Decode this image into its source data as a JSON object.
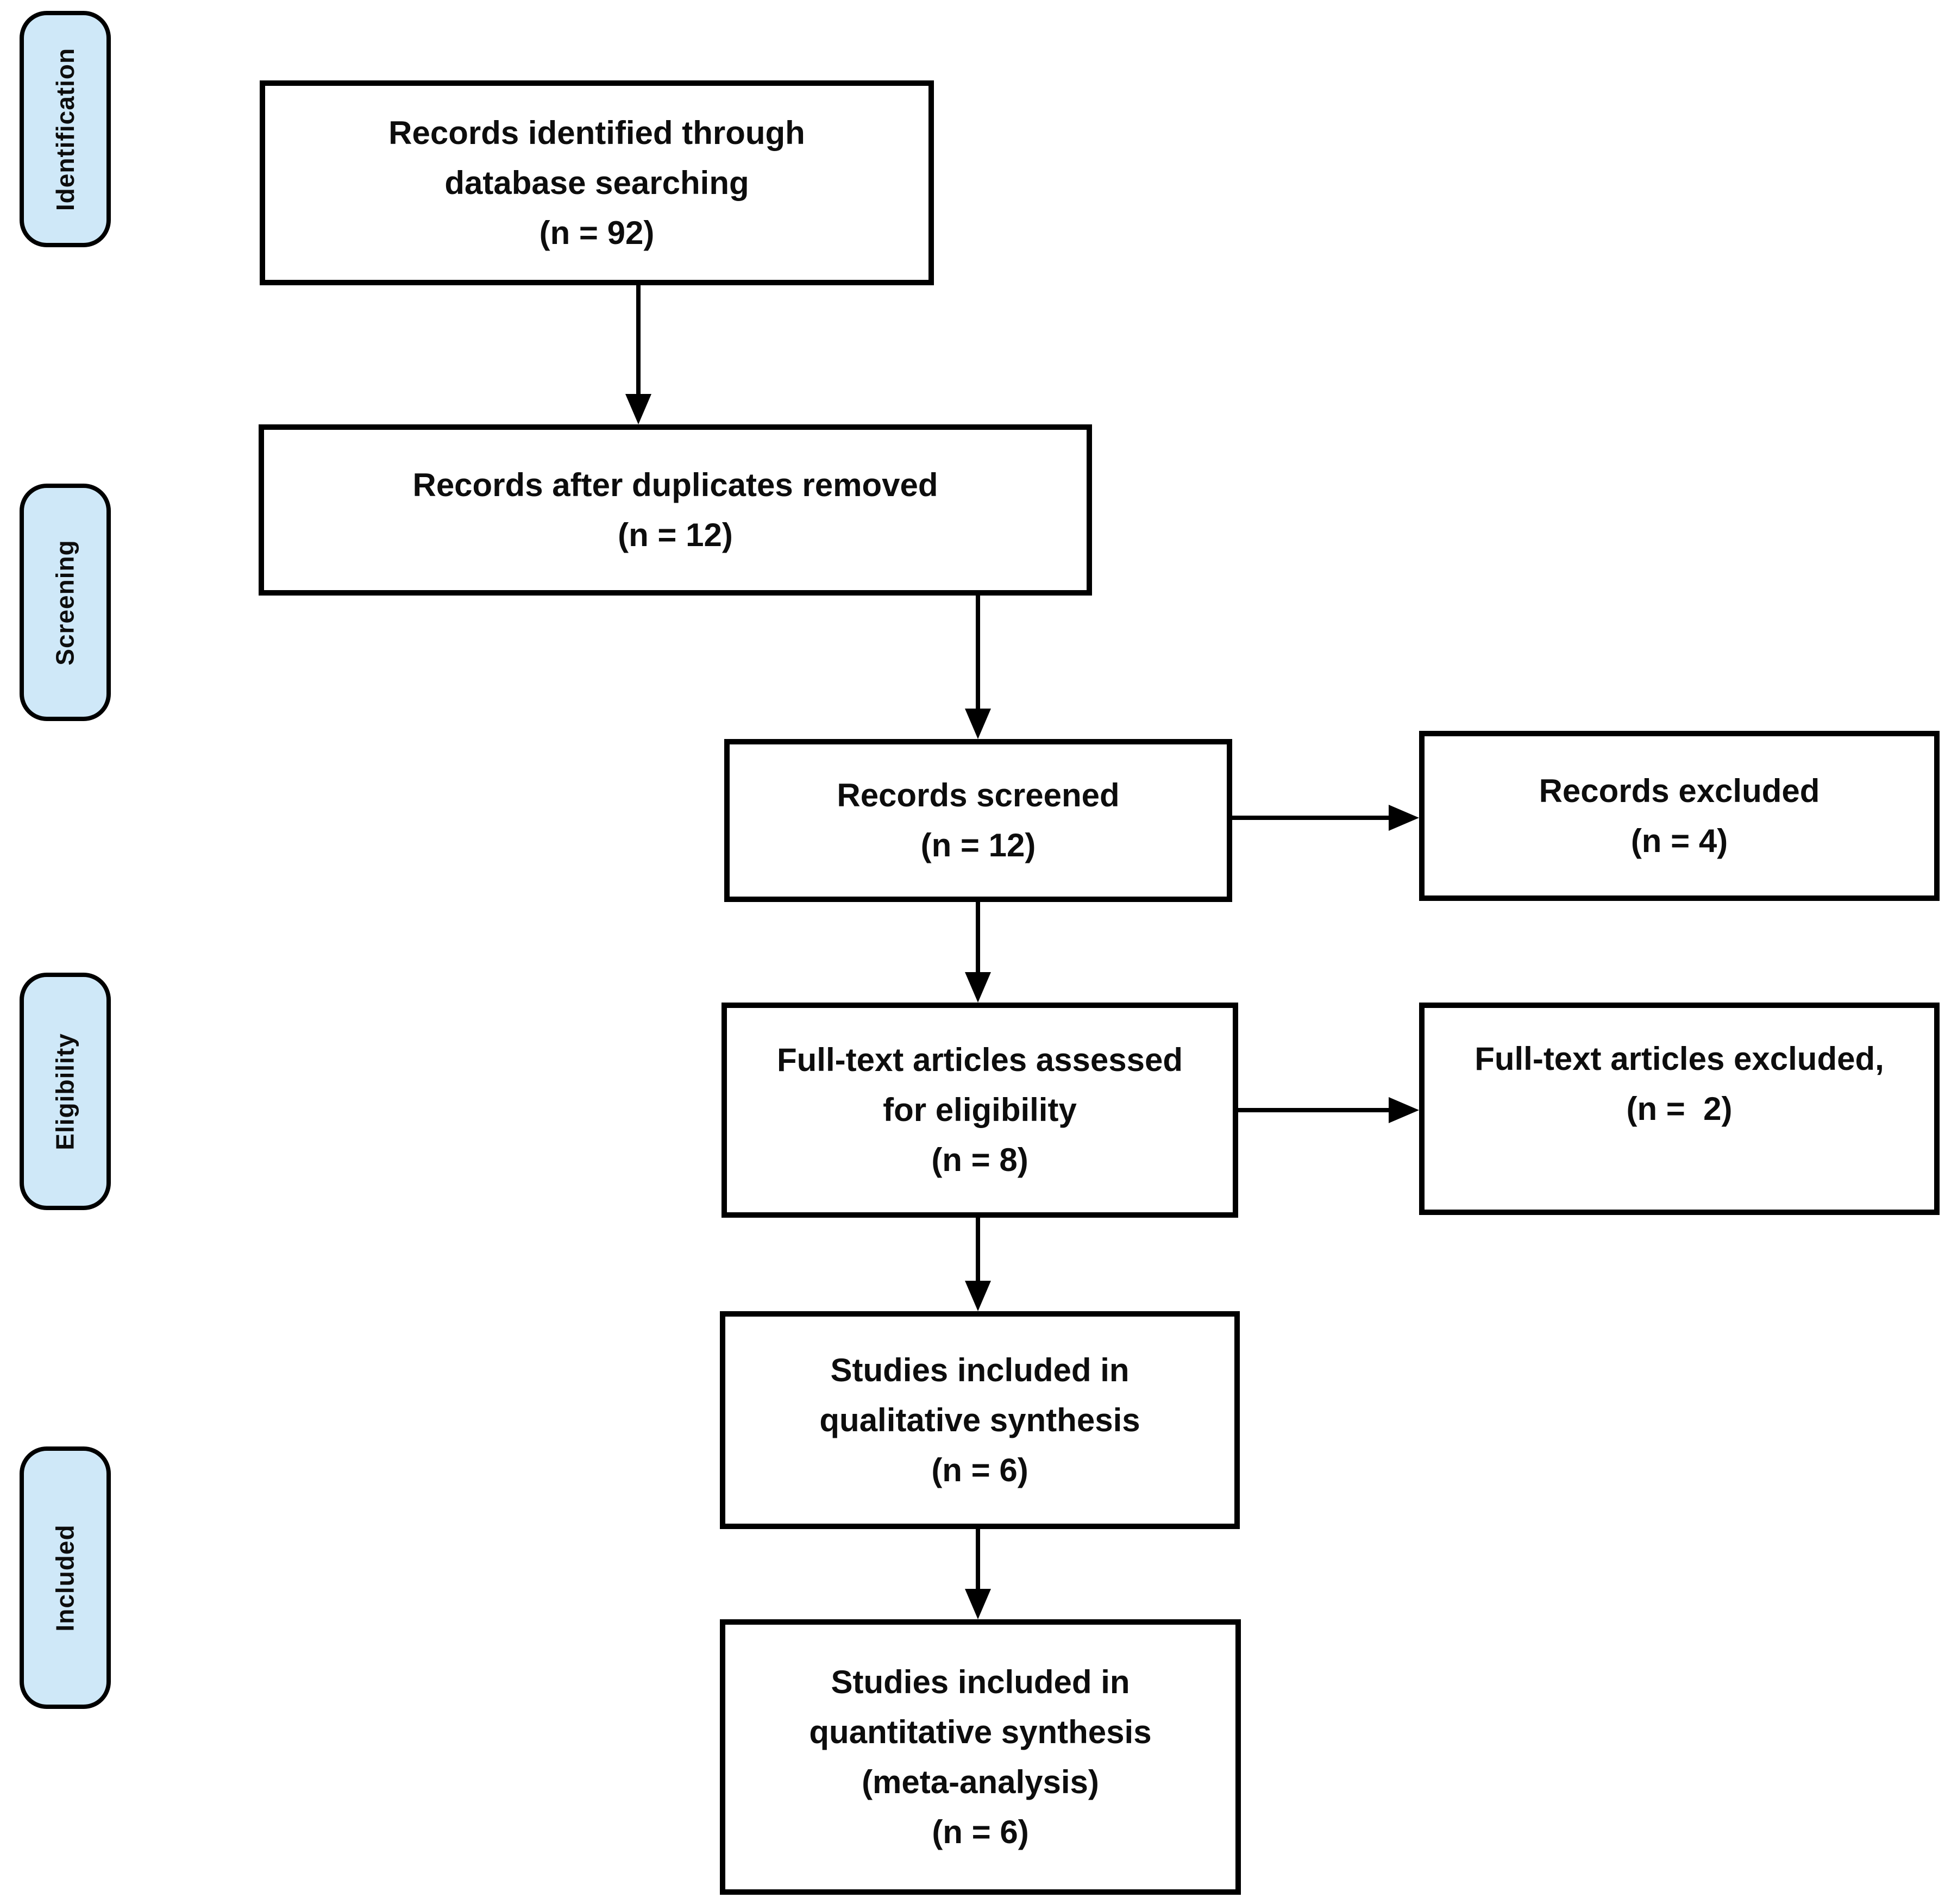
{
  "colors": {
    "stage_fill": "#cfe8f8",
    "stroke": "#000000",
    "background": "#ffffff",
    "text": "#0d0d0d"
  },
  "stages": [
    {
      "label": "Identification"
    },
    {
      "label": "Screening"
    },
    {
      "label": "Eligibility"
    },
    {
      "label": "Included"
    }
  ],
  "boxes": {
    "identified": {
      "lines": [
        "Records identified through",
        "database searching",
        "(n = 92)"
      ]
    },
    "deduplicated": {
      "lines": [
        "Records after duplicates removed",
        "(n = 12)"
      ]
    },
    "screened": {
      "lines": [
        "Records screened",
        "(n = 12)"
      ]
    },
    "records_excluded": {
      "lines": [
        "Records excluded",
        "(n = 4)"
      ]
    },
    "fulltext_assessed": {
      "lines": [
        "Full-text articles assessed",
        "for eligibility",
        "(n = 8)"
      ]
    },
    "fulltext_excluded": {
      "lines": [
        "Full-text articles excluded,",
        "(n =  2)"
      ]
    },
    "qualitative": {
      "lines": [
        "Studies included in",
        "qualitative synthesis",
        "(n = 6)"
      ]
    },
    "quantitative": {
      "lines": [
        "Studies included in",
        "quantitative synthesis",
        "(meta-analysis)",
        "(n = 6)"
      ]
    }
  },
  "edges": [
    {
      "from": "identified",
      "to": "deduplicated"
    },
    {
      "from": "deduplicated",
      "to": "screened"
    },
    {
      "from": "screened",
      "to": "records_excluded"
    },
    {
      "from": "screened",
      "to": "fulltext_assessed"
    },
    {
      "from": "fulltext_assessed",
      "to": "fulltext_excluded"
    },
    {
      "from": "fulltext_assessed",
      "to": "qualitative"
    },
    {
      "from": "qualitative",
      "to": "quantitative"
    }
  ]
}
